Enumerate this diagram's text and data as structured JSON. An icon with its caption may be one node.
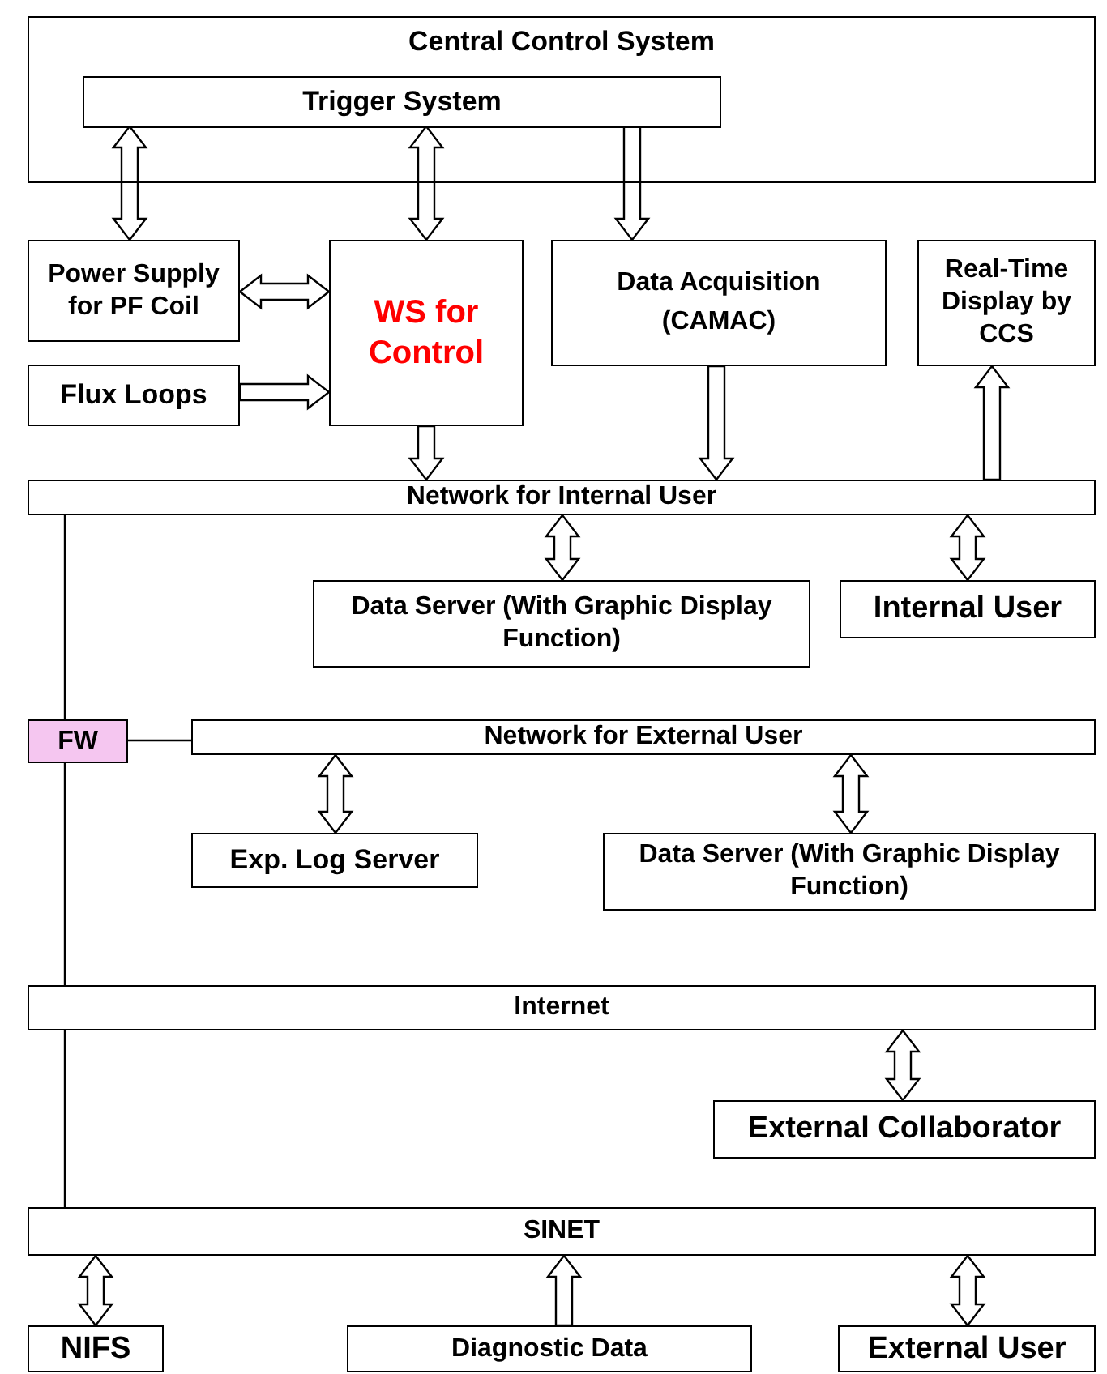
{
  "diagram": {
    "nodes": [
      {
        "text": [
          "Central Control System"
        ]
      },
      {
        "text": [
          "Trigger System"
        ],
        "in": 0
      },
      {
        "text": [
          "Power Supply for PF Coil"
        ]
      },
      {
        "text": [
          "Flux Loops"
        ]
      },
      {
        "text": [
          "WS for Control"
        ]
      },
      {
        "text": [
          "Data Acquisition",
          "(CAMAC)"
        ]
      },
      {
        "text": [
          "Real-Time Display by CCS"
        ]
      },
      {
        "text": [
          "Network for Internal User"
        ]
      },
      {
        "text": [
          "Data Server (With Graphic Display Function)"
        ]
      },
      {
        "text": [
          "Internal User"
        ]
      },
      {
        "text": [
          "FW"
        ]
      },
      {
        "text": [
          "Network for External User"
        ]
      },
      {
        "text": [
          "Exp. Log Server"
        ]
      },
      {
        "text": [
          "Data Server (With Graphic Display Function)"
        ]
      },
      {
        "text": [
          "Internet"
        ]
      },
      {
        "text": [
          "External Collaborator"
        ]
      },
      {
        "text": [
          "SINET"
        ]
      },
      {
        "text": [
          "NIFS"
        ]
      },
      {
        "text": [
          "Diagnostic Data"
        ]
      },
      {
        "text": [
          "External User"
        ]
      }
    ],
    "edges": [
      {
        "from": 1,
        "to": 2,
        "arrow": "both"
      },
      {
        "from": 1,
        "to": 4,
        "arrow": "both"
      },
      {
        "from": 1,
        "to": 5,
        "arrow": "to"
      },
      {
        "from": 2,
        "to": 4,
        "arrow": "both"
      },
      {
        "from": 3,
        "to": 4,
        "arrow": "to"
      },
      {
        "from": 4,
        "to": 7,
        "arrow": "to"
      },
      {
        "from": 5,
        "to": 7,
        "arrow": "to"
      },
      {
        "from": 7,
        "to": 6,
        "arrow": "to"
      },
      {
        "from": 7,
        "to": 8,
        "arrow": "both"
      },
      {
        "from": 7,
        "to": 9,
        "arrow": "both"
      },
      {
        "from": 11,
        "to": 12,
        "arrow": "both"
      },
      {
        "from": 11,
        "to": 13,
        "arrow": "both"
      },
      {
        "from": 14,
        "to": 15,
        "arrow": "both"
      },
      {
        "from": 16,
        "to": 17,
        "arrow": "both"
      },
      {
        "from": 18,
        "to": 16,
        "arrow": "to"
      },
      {
        "from": 16,
        "to": 19,
        "arrow": "both"
      },
      {
        "from": 7,
        "to": 10,
        "arrow": "none"
      },
      {
        "from": 10,
        "to": 11,
        "arrow": "none"
      },
      {
        "from": 10,
        "to": 14,
        "arrow": "none"
      },
      {
        "from": 14,
        "to": 16,
        "arrow": "none"
      }
    ]
  }
}
